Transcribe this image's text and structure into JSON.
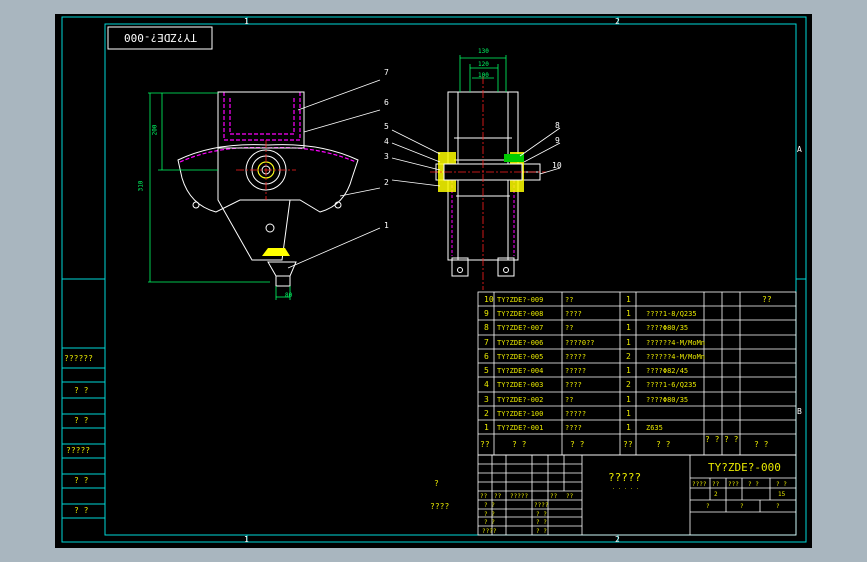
{
  "drawing": {
    "stamp": "TY?ZDE?-000",
    "zone_cols": [
      "1",
      "2"
    ],
    "zone_row": "A",
    "zone_row_mid": "B"
  },
  "callouts": [
    "1",
    "2",
    "3",
    "4",
    "5",
    "6",
    "7",
    "8",
    "9",
    "10"
  ],
  "dims": {
    "height_total": "310",
    "height_upper": "200",
    "bottom_width": "80",
    "top_width_1": "130",
    "top_width_2": "120",
    "top_width_3": "100"
  },
  "side_block": [
    "??????",
    "? ?",
    "? ?",
    "?????",
    "? ?",
    "? ?"
  ],
  "notes": {
    "line1": "?",
    "line2": "????"
  },
  "bom": [
    {
      "no": "10",
      "code": "TY?ZDE?-009",
      "name": "??",
      "qty": "1",
      "mat": "",
      "note": "??"
    },
    {
      "no": "9",
      "code": "TY?ZDE?-008",
      "name": "????",
      "qty": "1",
      "mat": "????1-8/Q235",
      "note": ""
    },
    {
      "no": "8",
      "code": "TY?ZDE?-007",
      "name": "??",
      "qty": "1",
      "mat": "????Φ80/35",
      "note": ""
    },
    {
      "no": "7",
      "code": "TY?ZDE?-006",
      "name": "????0??",
      "qty": "1",
      "mat": "??????4-M/MoMn",
      "note": ""
    },
    {
      "no": "6",
      "code": "TY?ZDE?-005",
      "name": "?????",
      "qty": "2",
      "mat": "??????4-M/MoMn",
      "note": ""
    },
    {
      "no": "5",
      "code": "TY?ZDE?-004",
      "name": "?????",
      "qty": "1",
      "mat": "????Φ82/45",
      "note": ""
    },
    {
      "no": "4",
      "code": "TY?ZDE?-003",
      "name": "????",
      "qty": "2",
      "mat": "????1-6/Q235",
      "note": ""
    },
    {
      "no": "3",
      "code": "TY?ZDE?-002",
      "name": "??",
      "qty": "1",
      "mat": "????Φ80/35",
      "note": ""
    },
    {
      "no": "2",
      "code": "TY?ZDE?-100",
      "name": "?????",
      "qty": "1",
      "mat": "",
      "note": ""
    },
    {
      "no": "1",
      "code": "TY?ZDE?-001",
      "name": "????",
      "qty": "1",
      "mat": "Z635",
      "note": ""
    }
  ],
  "bom_header": [
    "??",
    "?  ?",
    "?  ?",
    "??",
    "?  ?",
    "? ?",
    "? ?",
    "?  ?"
  ],
  "title_block": {
    "name": "?????",
    "name_sub": ". . . . .",
    "code": "TY?ZDE?-000",
    "scale_labels": [
      "????",
      "??",
      "???",
      "?  ?",
      "?  ?"
    ],
    "scale_values": [
      "2",
      "15"
    ],
    "bottom_cells": [
      "?",
      "?",
      "?"
    ],
    "sign_labels": [
      "??",
      "??",
      "?????",
      "??",
      "??"
    ],
    "sign_rows": [
      "? ?",
      "? ?",
      "? ?",
      "????"
    ],
    "sign_row_vals": [
      "????",
      "? ?",
      "? ?",
      "? ?"
    ]
  },
  "colors": {
    "paper": "#000000",
    "frame": "#00d8d8",
    "outline": "#ffffff",
    "hidden": "#ff00ff",
    "center": "#ff2020",
    "dim": "#00ff66",
    "text": "#e8e800"
  }
}
